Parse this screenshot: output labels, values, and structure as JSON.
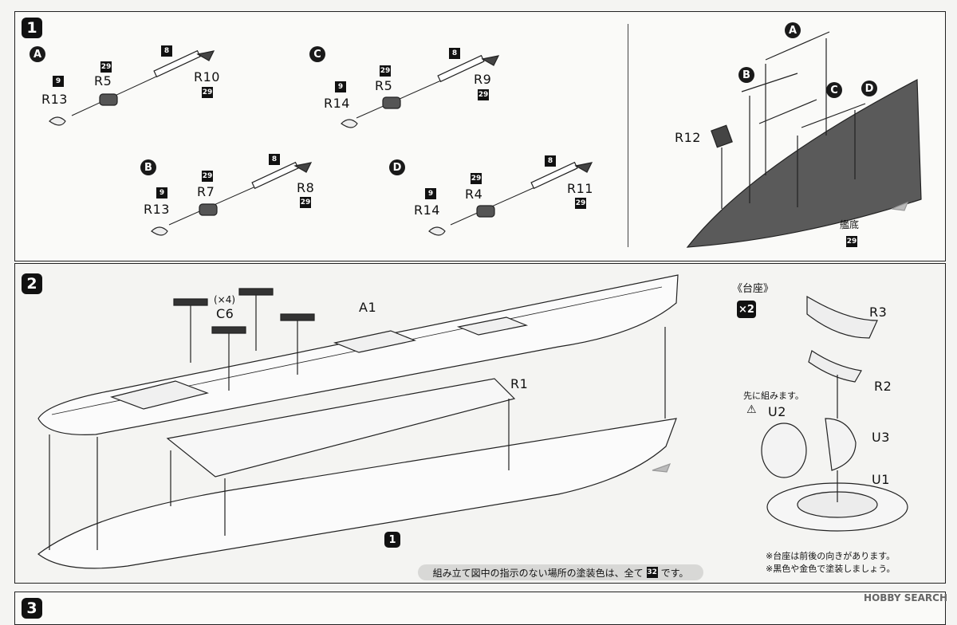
{
  "step1": {
    "number": "1",
    "groups": [
      {
        "id": "A",
        "prop": "R13",
        "prop_color": "9",
        "bracket": "R5",
        "bracket_color": "29",
        "shaft": "R10",
        "shaft_color": "29",
        "tip_color": "8"
      },
      {
        "id": "C",
        "prop": "R14",
        "prop_color": "9",
        "bracket": "R5",
        "bracket_color": "29",
        "shaft": "R9",
        "shaft_color": "29",
        "tip_color": "8"
      },
      {
        "id": "B",
        "prop": "R13",
        "prop_color": "9",
        "bracket": "R7",
        "bracket_color": "29",
        "shaft": "R8",
        "shaft_color": "29",
        "tip_color": "8"
      },
      {
        "id": "D",
        "prop": "R14",
        "prop_color": "9",
        "bracket": "R4",
        "bracket_color": "29",
        "shaft": "R11",
        "shaft_color": "29",
        "tip_color": "8"
      }
    ],
    "right": {
      "rudder": "R12",
      "markers": [
        "A",
        "B",
        "C",
        "D"
      ],
      "hull_label": "艦底",
      "hull_color": "29"
    }
  },
  "step2": {
    "number": "2",
    "boats": "C6",
    "boats_qty": "(×4)",
    "deck": "A1",
    "deck_part": "R1",
    "ref_step": "1",
    "note": "組み立て図中の指示のない場所の塗装色は、全て",
    "note_color": "32",
    "note_end": "です。",
    "stand": {
      "title": "《台座》",
      "qty": "×2",
      "parts": [
        "R3",
        "R2",
        "U2",
        "U3",
        "U1"
      ],
      "first_note": "先に組みます。",
      "notes": [
        "※台座は前後の向きがあります。",
        "※黒色や金色で塗装しましょう。"
      ]
    }
  },
  "step3": {
    "number": "3"
  },
  "watermark": "HOBBY SEARCH",
  "colors": {
    "ink": "#111111",
    "hull_fill": "#5a5a5a",
    "paper": "#fafaf8"
  }
}
